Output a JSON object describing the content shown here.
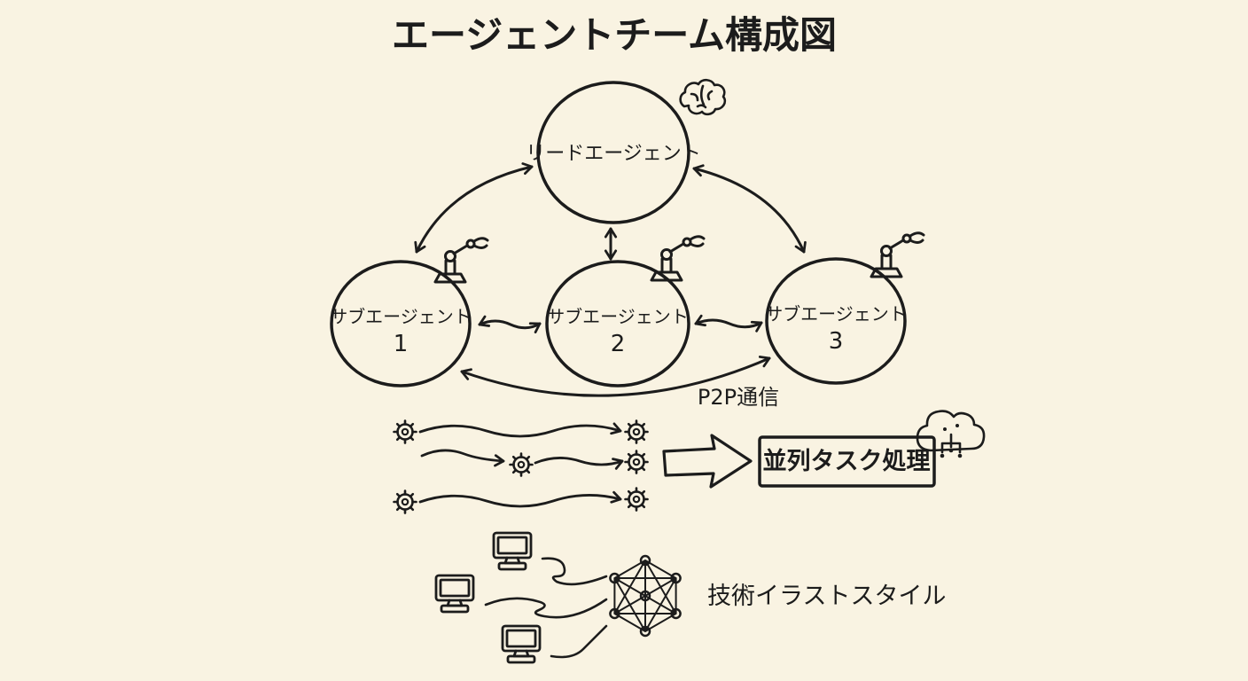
{
  "colors": {
    "background": "#f9f3e2",
    "ink": "#1c1c1c"
  },
  "title": "エージェントチーム構成図",
  "lead_agent": {
    "label": "リードエージェント",
    "icon": "brain-icon"
  },
  "sub_agents": [
    {
      "label": "サブエージェント",
      "number": "1",
      "icon": "robot-arm-icon"
    },
    {
      "label": "サブエージェント",
      "number": "2",
      "icon": "robot-arm-icon"
    },
    {
      "label": "サブエージェント",
      "number": "3",
      "icon": "robot-arm-icon"
    }
  ],
  "connections": {
    "p2p_label": "P2P通信",
    "lead_to_subs": "bidirectional-arrows",
    "sub_to_sub": "bidirectional-arrows"
  },
  "parallel_flow": {
    "label": "並列タスク処理",
    "icons": [
      "gear-icon",
      "block-arrow-icon",
      "cloud-circuit-icon"
    ],
    "gear_count": 6
  },
  "footer": {
    "label": "技術イラストスタイル",
    "icons": [
      "computer-icon",
      "network-mesh-icon"
    ],
    "computer_count": 3
  }
}
